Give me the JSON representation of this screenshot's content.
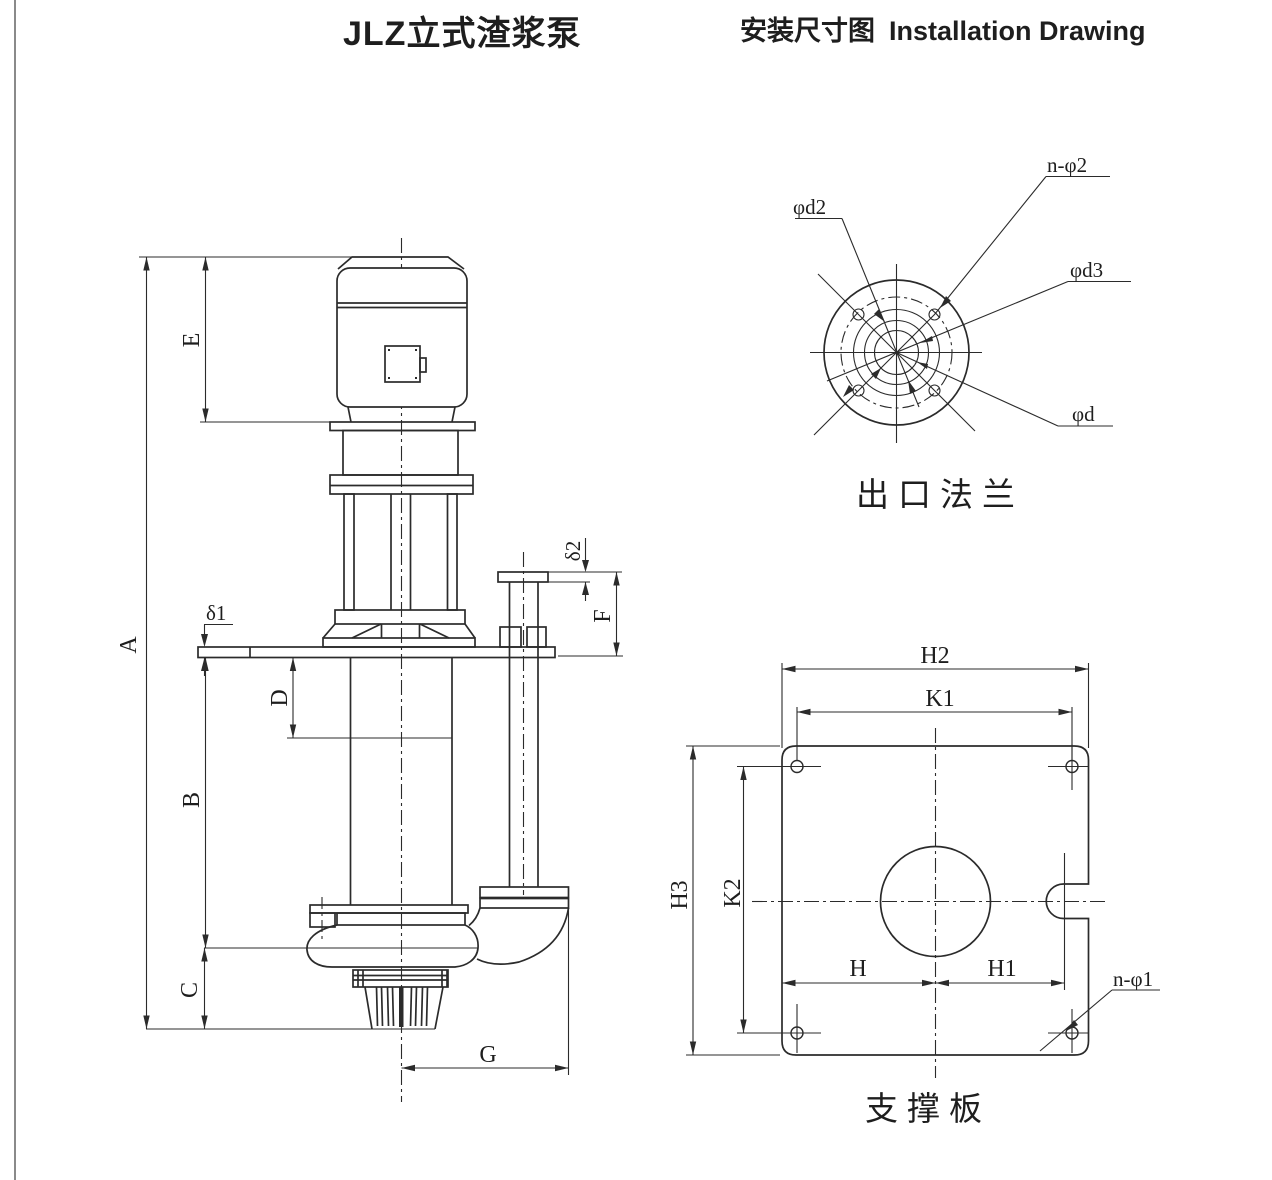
{
  "header": {
    "title_zh": "JLZ立式渣浆泵",
    "subtitle_zh": "安装尺寸图",
    "subtitle_en": "Installation Drawing"
  },
  "side_view": {
    "dims": {
      "A": "A",
      "B": "B",
      "C": "C",
      "D": "D",
      "E": "E",
      "F": "F",
      "G": "G",
      "delta1": "δ1",
      "delta2": "δ2"
    }
  },
  "flange_view": {
    "caption": "出口法兰",
    "labels": {
      "bolts": "n-φ2",
      "d2": "φd2",
      "d3": "φd3",
      "d": "φd"
    }
  },
  "plate_view": {
    "caption": "支撑板",
    "labels": {
      "H2": "H2",
      "K1": "K1",
      "H3": "H3",
      "K2": "K2",
      "H": "H",
      "H1": "H1",
      "bolts": "n-φ1"
    }
  },
  "colors": {
    "line": "#2b2b2b",
    "background": "#ffffff"
  }
}
